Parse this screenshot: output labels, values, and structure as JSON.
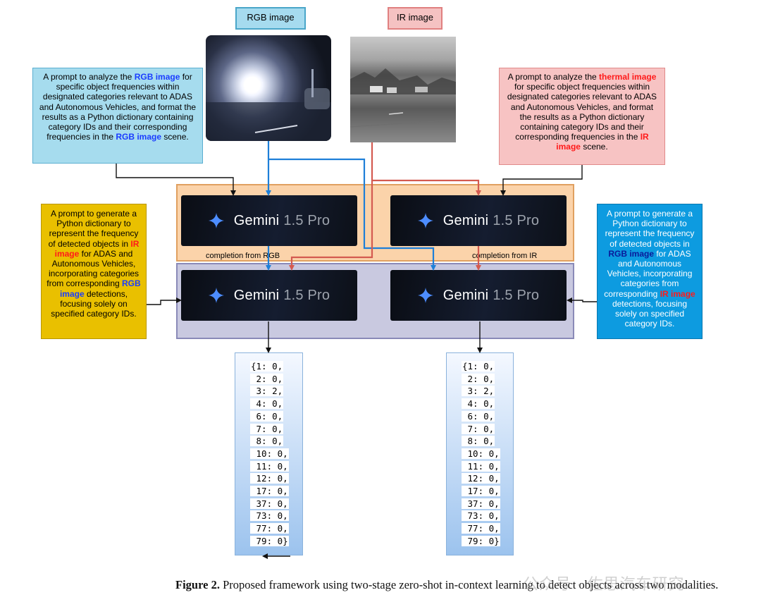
{
  "labels": {
    "rgb": "RGB image",
    "ir": "IR image"
  },
  "prompts": {
    "rgb_analyze": [
      {
        "t": "A prompt to analyze the "
      },
      {
        "t": "RGB image",
        "hl": "blue"
      },
      {
        "t": " for specific object frequencies within designated categories relevant to ADAS and Autonomous Vehicles, and format the results as a Python dictionary containing category IDs and their corresponding frequencies in the "
      },
      {
        "t": "RGB image",
        "hl": "blue"
      },
      {
        "t": " scene."
      }
    ],
    "ir_analyze": [
      {
        "t": "A prompt to analyze the "
      },
      {
        "t": "thermal image",
        "hl": "red"
      },
      {
        "t": " for specific object frequencies within designated categories relevant to ADAS and Autonomous Vehicles, and format the results as a Python dictionary containing category IDs and their corresponding frequencies in the "
      },
      {
        "t": "IR image",
        "hl": "red"
      },
      {
        "t": " scene."
      }
    ],
    "ir_generate": [
      {
        "t": "A prompt to generate a Python dictionary to represent the frequency of detected objects in "
      },
      {
        "t": "IR image",
        "hl": "red"
      },
      {
        "t": " for ADAS and Autonomous Vehicles, incorporating categories from corresponding "
      },
      {
        "t": "RGB image",
        "hl": "blue"
      },
      {
        "t": " detections, focusing solely on specified category IDs."
      }
    ],
    "rgb_generate": [
      {
        "t": "A prompt to generate a Python dictionary to represent the frequency of detected objects in "
      },
      {
        "t": "RGB image",
        "hl": "blue"
      },
      {
        "t": " for ADAS and Autonomous Vehicles, incorporating categories from corresponding "
      },
      {
        "t": "IR image",
        "hl": "red"
      },
      {
        "t": " detections, focusing solely on specified category IDs."
      }
    ]
  },
  "gemini": {
    "name": "Gemini",
    "version": "1.5 Pro"
  },
  "completion": {
    "rgb": "completion from RGB",
    "ir": "completion from IR"
  },
  "dict_rgb": [
    "{1: 0,",
    " 2: 0,",
    " 3: 2,",
    " 4: 0,",
    " 6: 0,",
    " 7: 0,",
    " 8: 0,",
    " 10: 0,",
    " 11: 0,",
    " 12: 0,",
    " 17: 0,",
    " 37: 0,",
    " 73: 0,",
    " 77: 0,",
    " 79: 0}"
  ],
  "dict_ir": [
    "{1: 0,",
    " 2: 0,",
    " 3: 2,",
    " 4: 0,",
    " 6: 0,",
    " 7: 0,",
    " 8: 0,",
    " 10: 0,",
    " 11: 0,",
    " 12: 0,",
    " 17: 0,",
    " 37: 0,",
    " 73: 0,",
    " 77: 0,",
    " 79: 0}"
  ],
  "caption": {
    "label": "Figure 2.",
    "text": " Proposed framework using two-stage zero-shot in-context learning to detect objects across two modalities."
  },
  "watermark": "公众号 · 佐思汽车研究",
  "colors": {
    "rgb_arrow": "#1e7fd8",
    "ir_arrow": "#d45a50",
    "black_arrow": "#111111",
    "highlight_blue": "#1a3cff",
    "highlight_red": "#ff1a1a"
  }
}
